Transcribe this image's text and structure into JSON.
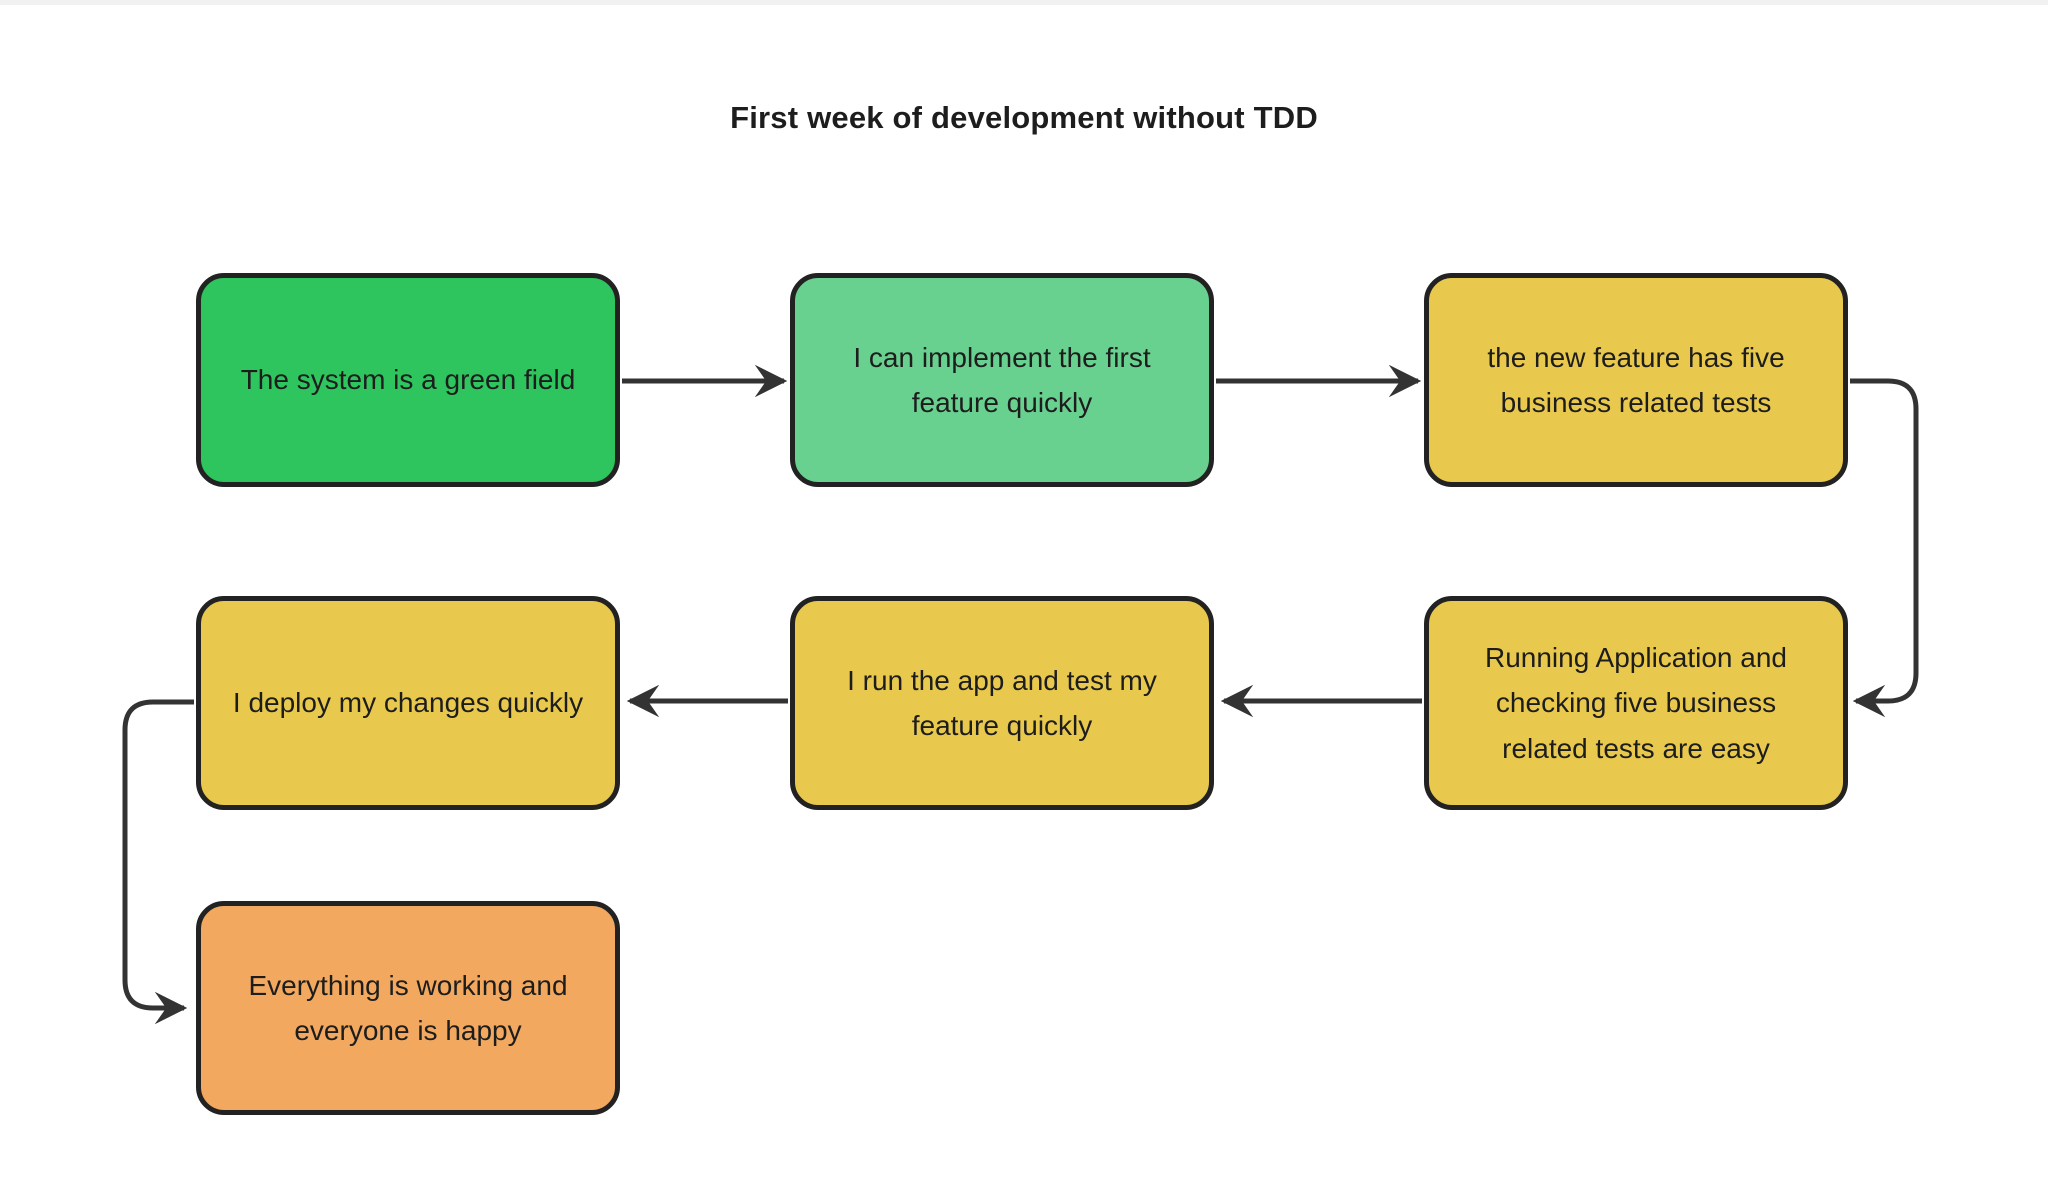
{
  "title": "First week of development without TDD",
  "diagram": {
    "type": "flowchart",
    "nodes": [
      {
        "id": "green-field",
        "label": "The system is a green field",
        "fill": "#2EC55E"
      },
      {
        "id": "implement-first-feature",
        "label": "I can implement the first feature quickly",
        "fill": "#69D18F"
      },
      {
        "id": "five-tests",
        "label": "the new feature has five business related tests",
        "fill": "#E9C94D"
      },
      {
        "id": "running-application",
        "label": "Running Application and checking five business related tests are easy",
        "fill": "#E9C94D"
      },
      {
        "id": "run-app-test",
        "label": "I run the app and test my feature quickly",
        "fill": "#E9C94D"
      },
      {
        "id": "deploy-changes",
        "label": "I deploy my changes quickly",
        "fill": "#E9C94D"
      },
      {
        "id": "everything-working",
        "label": "Everything is working and everyone is happy",
        "fill": "#F2A85E"
      }
    ],
    "edges": [
      {
        "from": "green-field",
        "to": "implement-first-feature"
      },
      {
        "from": "implement-first-feature",
        "to": "five-tests"
      },
      {
        "from": "five-tests",
        "to": "running-application"
      },
      {
        "from": "running-application",
        "to": "run-app-test"
      },
      {
        "from": "run-app-test",
        "to": "deploy-changes"
      },
      {
        "from": "deploy-changes",
        "to": "everything-working"
      }
    ],
    "colors": {
      "node_border": "#222222",
      "edge_line": "#333333",
      "text": "#1d1d1d",
      "background": "#ffffff"
    }
  }
}
